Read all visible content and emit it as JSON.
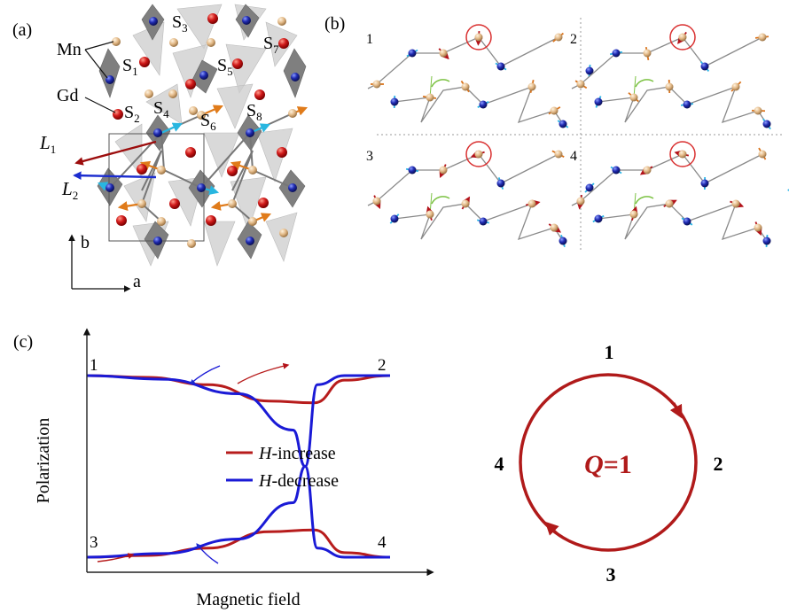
{
  "panel_a": {
    "label": "(a)",
    "atom_labels": {
      "mn": "Mn",
      "gd": "Gd"
    },
    "sites": [
      {
        "main": "S",
        "sub": "1"
      },
      {
        "main": "S",
        "sub": "2"
      },
      {
        "main": "S",
        "sub": "3"
      },
      {
        "main": "S",
        "sub": "4"
      },
      {
        "main": "S",
        "sub": "5"
      },
      {
        "main": "S",
        "sub": "6"
      },
      {
        "main": "S",
        "sub": "7"
      },
      {
        "main": "S",
        "sub": "8"
      }
    ],
    "vectors": [
      {
        "main": "L",
        "sub": "1"
      },
      {
        "main": "L",
        "sub": "2"
      }
    ],
    "axes": {
      "a": "a",
      "b": "b"
    },
    "colors": {
      "mn": "#e2b886",
      "gd": "#d01919",
      "blue_atom": "#1f2ab0",
      "arrow_orange": "#e07b1a",
      "arrow_cyan": "#28b6e0",
      "arrow_red": "#9c0d0d",
      "arrow_blue": "#1b2ccf",
      "poly_dark": "#7f7f7f",
      "poly_light": "#cccccc"
    }
  },
  "panel_b": {
    "label": "(b)",
    "states": [
      {
        "label": "1"
      },
      {
        "label": "2"
      },
      {
        "label": "3"
      },
      {
        "label": "4"
      }
    ],
    "colors": {
      "circle": "#d93030",
      "angle_arc": "#7cc243",
      "arrow_red": "#b3121a",
      "arrow_cyan": "#2ab4e6",
      "arrow_orange": "#d9731c"
    }
  },
  "panel_c": {
    "label": "(c)",
    "state_labels": [
      "1",
      "2",
      "3",
      "4"
    ],
    "cycle": {
      "text_q": "Q",
      "text_eq": "=1",
      "labels": [
        "1",
        "2",
        "3",
        "4"
      ],
      "color": "#b01a1a"
    }
  },
  "chart_data": {
    "type": "line",
    "xlabel": "Magnetic field",
    "ylabel": "Polarization",
    "legend": "center-right",
    "series": [
      {
        "name": "H-increase",
        "name_italic": "H",
        "name_rest": "-increase",
        "color": "#b71c1c",
        "branches": [
          {
            "x": [
              0,
              0.2,
              0.4,
              0.6,
              0.75,
              0.85,
              1.0
            ],
            "y": [
              1,
              0.98,
              0.9,
              0.72,
              0.7,
              0.95,
              1
            ]
          },
          {
            "x": [
              0,
              0.2,
              0.4,
              0.6,
              0.75,
              0.85,
              1.0
            ],
            "y": [
              -1,
              -0.98,
              -0.9,
              -0.72,
              -0.7,
              -0.95,
              -1
            ]
          }
        ]
      },
      {
        "name": "H-decrease",
        "name_italic": "H",
        "name_rest": "-decrease",
        "color": "#1a1ad6",
        "branches": [
          {
            "x": [
              0,
              0.25,
              0.5,
              0.68,
              0.72,
              0.76,
              0.85,
              1.0
            ],
            "y": [
              1,
              0.96,
              0.8,
              0.4,
              0,
              -0.9,
              -1,
              -1
            ]
          },
          {
            "x": [
              0,
              0.25,
              0.5,
              0.68,
              0.72,
              0.76,
              0.85,
              1.0
            ],
            "y": [
              -1,
              -0.96,
              -0.8,
              -0.4,
              0,
              0.9,
              1,
              1
            ]
          }
        ]
      }
    ]
  }
}
